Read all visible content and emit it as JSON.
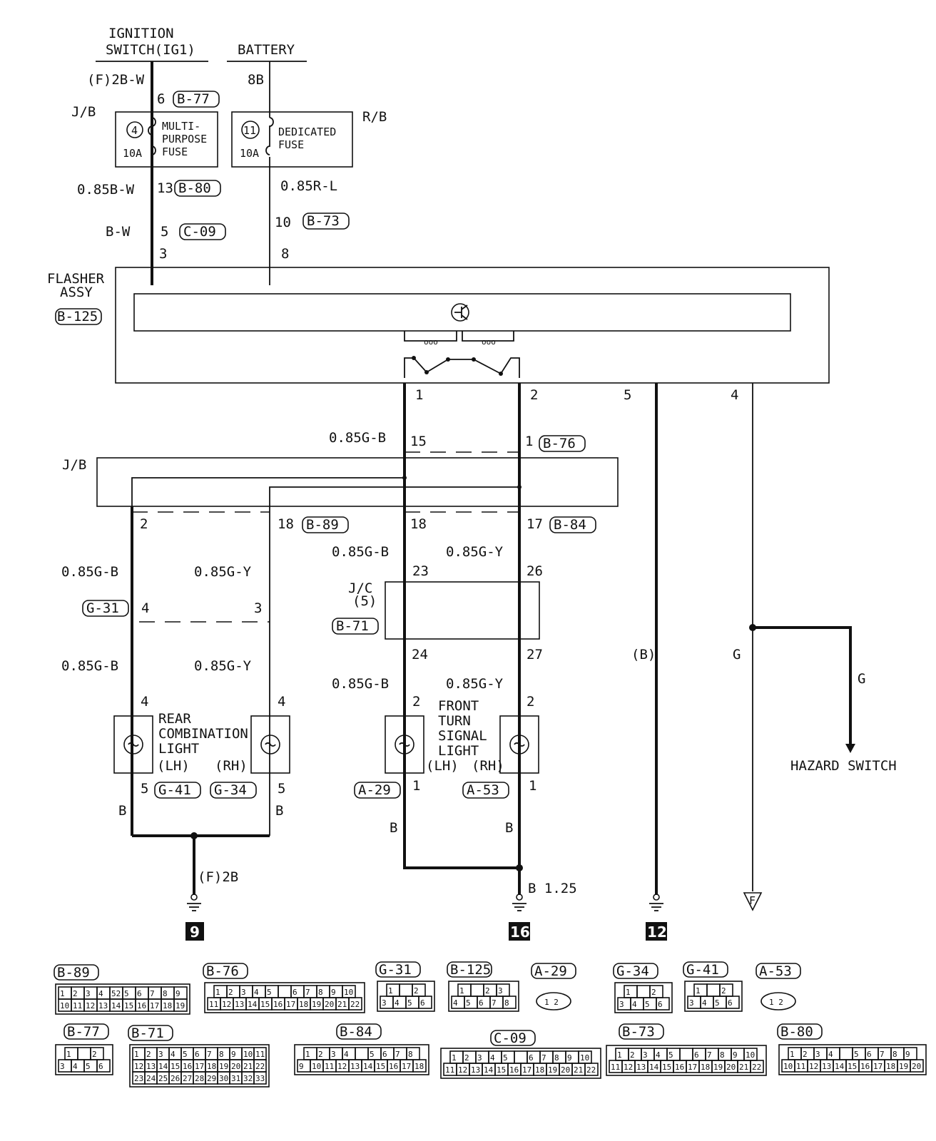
{
  "sources": {
    "ignition": [
      "IGNITION",
      "SWITCH(IG1)"
    ],
    "battery": "BATTERY"
  },
  "wires": {
    "f_2b_w": "(F)2B-W",
    "b8": "8B",
    "w085bw": "0.85B-W",
    "bw": "B-W",
    "w085rl": "0.85R-L",
    "w085gb_a": "0.85G-B",
    "w085gb_b": "0.85G-B",
    "w085gy_b": "0.85G-Y",
    "w085gb_c": "0.85G-B",
    "w085gy_c": "0.85G-Y",
    "w085gb_d": "0.85G-B",
    "w085gy_d": "0.85G-Y",
    "w085gb_e": "0.85G-B",
    "w085gy_e": "0.85G-Y",
    "b_lrl": "B",
    "b_rrl": "B",
    "b_lft": "B",
    "b_rft": "B",
    "f2b": "(F)2B",
    "b125": "B 1.25",
    "b_paren": "(B)",
    "g1": "G",
    "g2": "G"
  },
  "boxes": {
    "jb_top": "J/B",
    "rb": "R/B",
    "fuse4_num": "4",
    "fuse4_amp": "10A",
    "fuse4_name": [
      "MULTI-",
      "PURPOSE",
      "FUSE"
    ],
    "fuse11_num": "11",
    "fuse11_amp": "10A",
    "fuse11_name": [
      "DEDICATED",
      "FUSE"
    ],
    "flasher": [
      "FLASHER",
      "ASSY"
    ],
    "jb_mid": "J/B",
    "jc": [
      "J/C",
      "(5)"
    ]
  },
  "pins": {
    "p6": "6",
    "p13": "13",
    "p5": "5",
    "p3": "3",
    "p10": "10",
    "p8": "8",
    "f1": "1",
    "f2": "2",
    "f5": "5",
    "f4": "4",
    "j15": "15",
    "j1": "1",
    "j2": "2",
    "j18a": "18",
    "j18b": "18",
    "j17": "17",
    "c23": "23",
    "c26": "26",
    "c24": "24",
    "c27": "27",
    "g4": "4",
    "g3": "3",
    "l4a": "4",
    "l4b": "4",
    "l5a": "5",
    "l5b": "5",
    "t2a": "2",
    "t2b": "2",
    "t1a": "1",
    "t1b": "1"
  },
  "connectors_inline": {
    "b77": "B-77",
    "b80": "B-80",
    "c09": "C-09",
    "b73": "B-73",
    "b125": "B-125",
    "b76": "B-76",
    "b89": "B-89",
    "b84": "B-84",
    "g31": "G-31",
    "b71": "B-71",
    "g41": "G-41",
    "g34": "G-34",
    "a29": "A-29",
    "a53": "A-53"
  },
  "loads": {
    "rear": [
      "REAR",
      "COMBINATION",
      "LIGHT"
    ],
    "rear_lh": "(LH)",
    "rear_rh": "(RH)",
    "front": [
      "FRONT",
      "TURN",
      "SIGNAL",
      "LIGHT"
    ],
    "front_lh": "(LH)",
    "front_rh": "(RH)",
    "hazard": "HAZARD SWITCH"
  },
  "grounds": {
    "g9": "9",
    "g16": "16",
    "g12": "12"
  },
  "connector_legend": {
    "b89": "B-89",
    "b76": "B-76",
    "g31": "G-31",
    "b125": "B-125",
    "a29": "A-29",
    "g34": "G-34",
    "g41": "G-41",
    "a53": "A-53",
    "b77": "B-77",
    "b71": "B-71",
    "b84": "B-84",
    "c09": "C-09",
    "b73": "B-73",
    "b80": "B-80"
  },
  "connector_pins": {
    "b89_r1": [
      "1",
      "2",
      "3",
      "4",
      "52",
      "5",
      "6",
      "7",
      "8",
      "9"
    ],
    "b89_r2": [
      "10",
      "11",
      "12",
      "13",
      "14",
      "15",
      "16",
      "17",
      "18",
      "19"
    ],
    "b76_r1": [
      "1",
      "2",
      "3",
      "4",
      "5",
      "",
      "6",
      "7",
      "8",
      "9",
      "10"
    ],
    "b76_r2": [
      "11",
      "12",
      "13",
      "14",
      "15",
      "16",
      "17",
      "18",
      "19",
      "20",
      "21",
      "22"
    ],
    "g31_r1": [
      "1",
      "",
      "2"
    ],
    "g31_r2": [
      "3",
      "4",
      "5",
      "6"
    ],
    "b125_r1": [
      "1",
      "",
      "2",
      "3"
    ],
    "b125_r2": [
      "4",
      "5",
      "6",
      "7",
      "8"
    ],
    "a29": "1 2",
    "g34_r1": [
      "1",
      "",
      "2"
    ],
    "g34_r2": [
      "3",
      "4",
      "5",
      "6"
    ],
    "g41_r1": [
      "1",
      "",
      "2"
    ],
    "g41_r2": [
      "3",
      "4",
      "5",
      "6"
    ],
    "a53": "1 2",
    "b77_r1": [
      "1",
      "",
      "2"
    ],
    "b77_r2": [
      "3",
      "4",
      "5",
      "6"
    ],
    "b71_r1": [
      "1",
      "2",
      "3",
      "4",
      "5",
      "6",
      "7",
      "8",
      "9",
      "10",
      "11"
    ],
    "b71_r2": [
      "12",
      "13",
      "14",
      "15",
      "16",
      "17",
      "18",
      "19",
      "20",
      "21",
      "22"
    ],
    "b71_r3": [
      "23",
      "24",
      "25",
      "26",
      "27",
      "28",
      "29",
      "30",
      "31",
      "32",
      "33"
    ],
    "b84_r1": [
      "1",
      "2",
      "3",
      "4",
      "",
      "5",
      "6",
      "7",
      "8"
    ],
    "b84_r2": [
      "9",
      "10",
      "11",
      "12",
      "13",
      "14",
      "15",
      "16",
      "17",
      "18"
    ],
    "c09_r1": [
      "1",
      "2",
      "3",
      "4",
      "5",
      "",
      "6",
      "7",
      "8",
      "9",
      "10"
    ],
    "c09_r2": [
      "11",
      "12",
      "13",
      "14",
      "15",
      "16",
      "17",
      "18",
      "19",
      "20",
      "21",
      "22"
    ],
    "b73_r1": [
      "1",
      "2",
      "3",
      "4",
      "5",
      "",
      "6",
      "7",
      "8",
      "9",
      "10"
    ],
    "b73_r2": [
      "11",
      "12",
      "13",
      "14",
      "15",
      "16",
      "17",
      "18",
      "19",
      "20",
      "21",
      "22"
    ],
    "b80_r1": [
      "1",
      "2",
      "3",
      "4",
      "",
      "5",
      "6",
      "7",
      "8",
      "9"
    ],
    "b80_r2": [
      "10",
      "11",
      "12",
      "13",
      "14",
      "15",
      "16",
      "17",
      "18",
      "19",
      "20"
    ]
  }
}
